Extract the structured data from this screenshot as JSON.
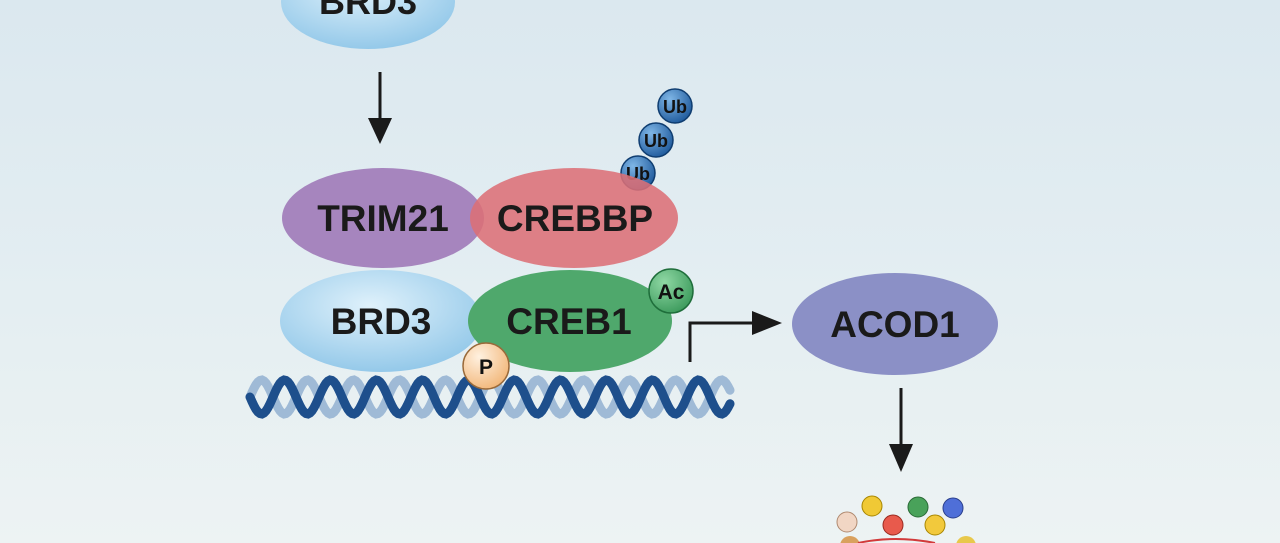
{
  "nodes": {
    "brd3_top": "BRD3",
    "trim21": "TRIM21",
    "crebbp": "CREBBP",
    "brd3": "BRD3",
    "creb1": "CREB1",
    "acod1": "ACOD1"
  },
  "modifications": {
    "ubiquitin": "Ub",
    "acetyl": "Ac",
    "phospho": "P"
  },
  "colors": {
    "brd3": "#9fd0ec",
    "trim21": "#a07cb8",
    "crebbp": "#d9747a",
    "creb1": "#4fa86c",
    "acod1": "#8a90c6",
    "ubiquitin": "#2f6fb0",
    "acetyl": "#4caf6e",
    "phospho": "#f6c99a",
    "dna_dark": "#1e4f8c",
    "dna_light": "#9fbad6"
  },
  "icons": [
    "arrow-down-icon",
    "promoter-arrow-icon",
    "dna-helix-icon",
    "metabolite-dots-icon"
  ]
}
